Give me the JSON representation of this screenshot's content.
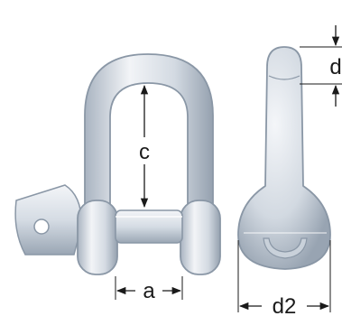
{
  "diagram": {
    "labels": {
      "c": "c",
      "a": "a",
      "d": "d",
      "d2": "d2"
    },
    "colors": {
      "metal_light": "#eef1f5",
      "metal_mid": "#cfd6df",
      "metal_dark": "#97a3b1",
      "outline": "#8a97a6",
      "dim_line": "#1a1a1a",
      "label_text": "#1a1a1a"
    }
  }
}
